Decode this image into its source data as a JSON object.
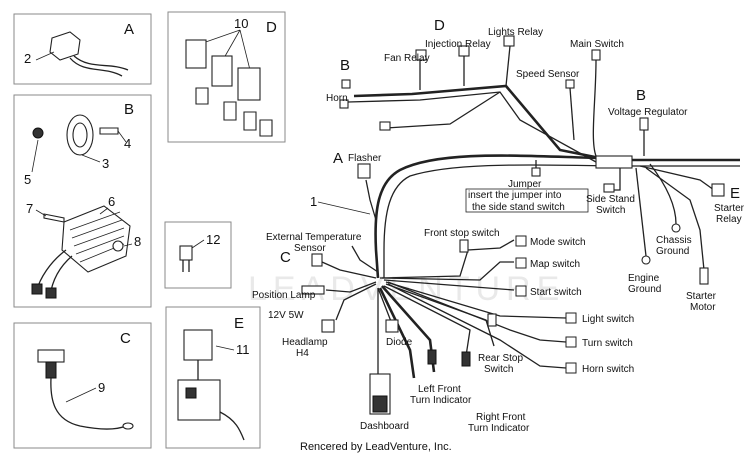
{
  "panels": {
    "a": {
      "letter": "A",
      "number": "2"
    },
    "b": {
      "letter": "B",
      "numbers": [
        "3",
        "4",
        "5",
        "6",
        "7",
        "8"
      ]
    },
    "c": {
      "letter": "C",
      "number": "9"
    },
    "d": {
      "letter": "D",
      "number": "10"
    },
    "small": {
      "number": "12"
    },
    "e": {
      "letter": "E",
      "number": "11"
    }
  },
  "harness": {
    "item_number": "1",
    "letters": {
      "a": "A",
      "b_left": "B",
      "b_right": "B",
      "c": "C",
      "d": "D",
      "e": "E"
    },
    "labels": {
      "lights_relay": "Lights Relay",
      "injection_relay": "Injection Relay",
      "fan_relay": "Fan Relay",
      "main_switch": "Main Switch",
      "speed_sensor": "Speed Sensor",
      "horn": "Horn",
      "voltage_regulator": "Voltage Regulator",
      "flasher": "Flasher",
      "jumper": "Jumper",
      "jumper_note_1": "insert the jumper into",
      "jumper_note_2": "the side stand switch",
      "side_stand_switch_1": "Side Stand",
      "side_stand_switch_2": "Switch",
      "starter_relay_1": "Starter",
      "starter_relay_2": "Relay",
      "chassis_ground_1": "Chassis",
      "chassis_ground_2": "Ground",
      "engine_ground_1": "Engine",
      "engine_ground_2": "Ground",
      "starter_motor_1": "Starter",
      "starter_motor_2": "Motor",
      "front_stop_switch": "Front stop switch",
      "mode_switch": "Mode switch",
      "map_switch": "Map switch",
      "start_switch": "Start switch",
      "light_switch": "Light switch",
      "turn_switch": "Turn switch",
      "horn_switch": "Horn switch",
      "ext_temp_1": "External Temperature",
      "ext_temp_2": "Sensor",
      "position_lamp": "Position Lamp",
      "position_lamp_rating": "12V 5W",
      "headlamp_1": "Headlamp",
      "headlamp_2": "H4",
      "diode": "Diode",
      "rear_stop_switch_1": "Rear Stop",
      "rear_stop_switch_2": "Switch",
      "left_front_turn_1": "Left Front",
      "left_front_turn_2": "Turn Indicator",
      "right_front_turn_1": "Right Front",
      "right_front_turn_2": "Turn Indicator",
      "dashboard": "Dashboard"
    }
  },
  "watermark": "LEADVENTURE",
  "footer": "Rencered by LeadVenture, Inc."
}
